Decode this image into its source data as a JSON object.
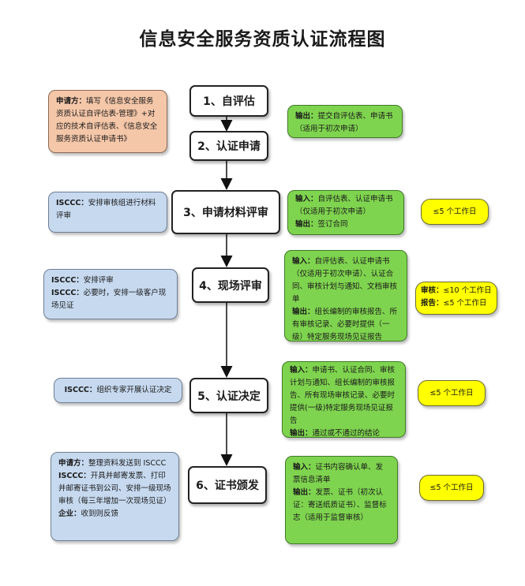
{
  "title": "信息安全服务资质认证流程图",
  "steps": [
    {
      "label": "1、自评估"
    },
    {
      "label": "2、认证申请"
    },
    {
      "label": "3、申请材料评审"
    },
    {
      "label": "4、现场评审"
    },
    {
      "label": "5、认证决定"
    },
    {
      "label": "6、证书颁发"
    }
  ],
  "left_notes": {
    "n1": {
      "k1": "申请方：",
      "t1": "填写《信息安全服务资质认证自评估表-管理》+对应的技术自评估表、《信息安全服务资质认证申请书》"
    },
    "n3": {
      "k1": "ISCCC：",
      "t1": "安排审核组进行材料评审"
    },
    "n4": {
      "k1": "ISCCC：",
      "t1": "安排评审",
      "k2": "ISCCC：",
      "t2": "必要时，安排一级客户现场见证"
    },
    "n5": {
      "k1": "ISCCC：",
      "t1": "组织专家开展认证决定"
    },
    "n6": {
      "k1": "申请方：",
      "t1": "整理资料发送到 ISCCC",
      "k2": "ISCCC：",
      "t2": "开具并邮寄发票、打印并邮寄证书到公司、安排一级现场审核（每三年增加一次现场见证）",
      "k3": "企业：",
      "t3": "收到则反馈"
    }
  },
  "right_notes": {
    "n1": {
      "k1": "输出：",
      "t1": "提交自评估表、申请书（适用于初次申请）"
    },
    "n3": {
      "k1": "输入：",
      "t1": "自评估表、认证申请书（仅适用于初次申请）",
      "k2": "输出：",
      "t2": "签订合同"
    },
    "n4": {
      "k1": "输入：",
      "t1": "自评估表、认证申请书（仅适用于初次申请）、认证合同、审核计划与通知、文档审核单",
      "k2": "输出：",
      "t2": "组长编制的审核报告、所有审核记录、必要时提供（一级）特定服务现场见证报告"
    },
    "n5": {
      "k1": "输入：",
      "t1": "申请书、认证合同、审核计划与通知、组长编制的审核报告、所有现场审核记录、必要时提供(一级)特定服务现场见证报告",
      "k2": "输出：",
      "t2": "通过或不通过的结论"
    },
    "n6": {
      "k1": "输入：",
      "t1": "证书内容确认单、发票信息清单",
      "k2": "输出：",
      "t2": "发票、证书（初次认证：寄送纸质证书）、监督标志（适用于监督审核）"
    }
  },
  "time_notes": {
    "n3": {
      "t1": "≤5 个工作日"
    },
    "n4": {
      "k1": "审核：",
      "t1": "≤10 个工作日",
      "k2": "报告：",
      "t2": "≤5 个工作日"
    },
    "n5": {
      "t1": "≤5 个工作日"
    },
    "n6": {
      "t1": "≤5 个工作日"
    }
  },
  "colors": {
    "orange": "#f5c7a9",
    "blue": "#c6d9ef",
    "green": "#7fd44f",
    "yellow": "#ffff00"
  }
}
